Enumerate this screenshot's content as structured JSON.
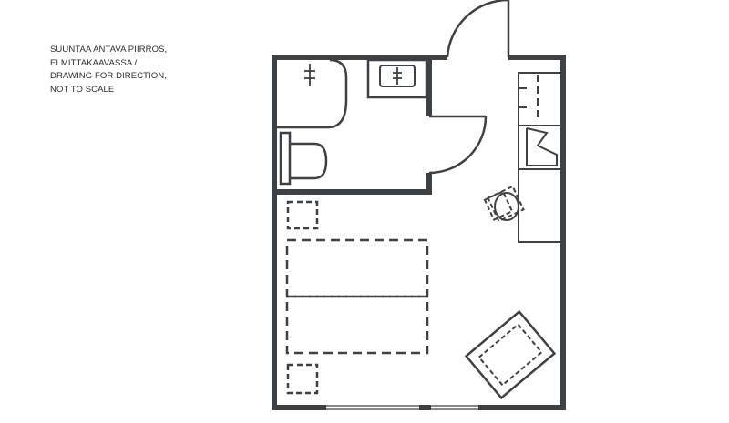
{
  "caption": {
    "lines": [
      "SUUNTAA ANTAVA PIIRROS,",
      "EI MITTAKAAVASSA /",
      "DRAWING FOR DIRECTION,",
      "NOT TO SCALE"
    ]
  },
  "colors": {
    "wall": "#3d4144",
    "line": "#3d4144",
    "background": "#ffffff"
  }
}
